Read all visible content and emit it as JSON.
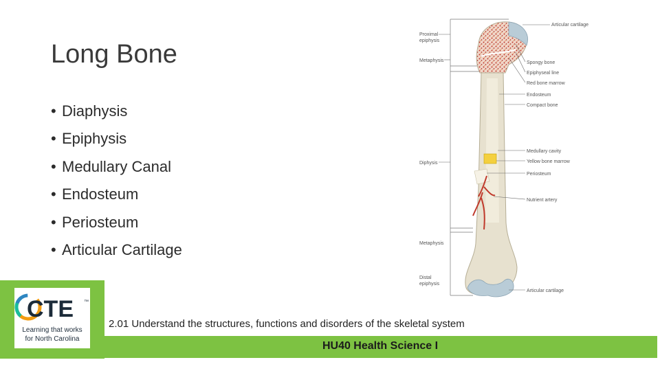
{
  "slide": {
    "title": "Long Bone",
    "bullets": [
      "Diaphysis",
      "Epiphysis",
      "Medullary Canal",
      "Endosteum",
      "Periosteum",
      "Articular Cartilage"
    ],
    "bullet_glyph": "•",
    "subtitle": "2.01 Understand the structures, functions and disorders of the skeletal system",
    "footer": "HU40 Health Science I",
    "accent_color": "#7dc242"
  },
  "logo": {
    "wordmark": "CTE",
    "trademark": "™",
    "tagline_line1": "Learning that works",
    "tagline_line2": "for North Carolina"
  },
  "diagram": {
    "left_labels": {
      "proximal_line1": "Proximal",
      "proximal_line2": "epiphysis",
      "metaphysis_top": "Metaphysis",
      "diaphysis": "Diphysis",
      "metaphysis_bottom": "Metaphysis",
      "distal_line1": "Distal",
      "distal_line2": "epiphysis"
    },
    "right_labels": {
      "articular_top": "Articular cartilage",
      "spongy_bone": "Spongy bone",
      "epiphyseal_line": "Epiphyseal line",
      "red_marrow": "Red bone marrow",
      "endosteum": "Endosteum",
      "compact_bone": "Compact bone",
      "medullary_cavity": "Medullary cavity",
      "yellow_marrow": "Yellow bone marrow",
      "periosteum": "Periosteum",
      "nutrient_artery": "Nutrient artery",
      "articular_bottom": "Articular cartilage"
    }
  }
}
